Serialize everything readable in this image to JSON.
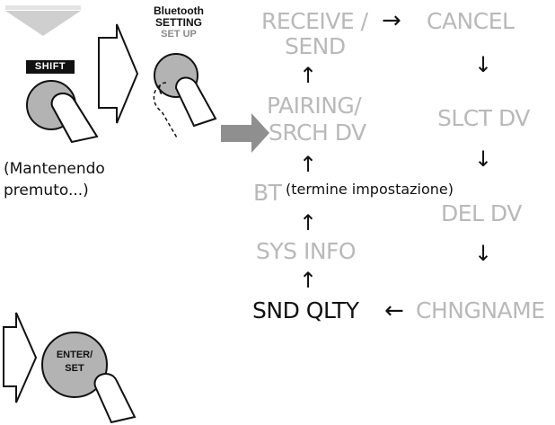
{
  "buttons": {
    "shift": "SHIFT",
    "bluetooth_line1": "Bluetooth",
    "bluetooth_line2": "SETTING",
    "bluetooth_line3": "SET UP",
    "enter_line1": "ENTER/",
    "enter_line2": "SET"
  },
  "notes": {
    "hold_line1": "(Mantenendo",
    "hold_line2": "premuto...)",
    "end_setting": "(termine impostazione)"
  },
  "menu": {
    "receive_send_line1": "RECEIVE /",
    "receive_send_line2": "SEND",
    "pairing_line1": "PAIRING/",
    "pairing_line2": "SRCH DV",
    "bt": "BT",
    "sys_info": "SYS INFO",
    "snd_qlty": "SND QLTY",
    "cancel": "CANCEL",
    "slct_dv": "SLCT DV",
    "del_dv": "DEL DV",
    "chngname": "CHNGNAME"
  },
  "colors": {
    "inactive_text": "#b9b9b9",
    "active_text": "#111111",
    "button_fill": "#b3b3b3",
    "press_arrow": "#9a9a9a"
  }
}
